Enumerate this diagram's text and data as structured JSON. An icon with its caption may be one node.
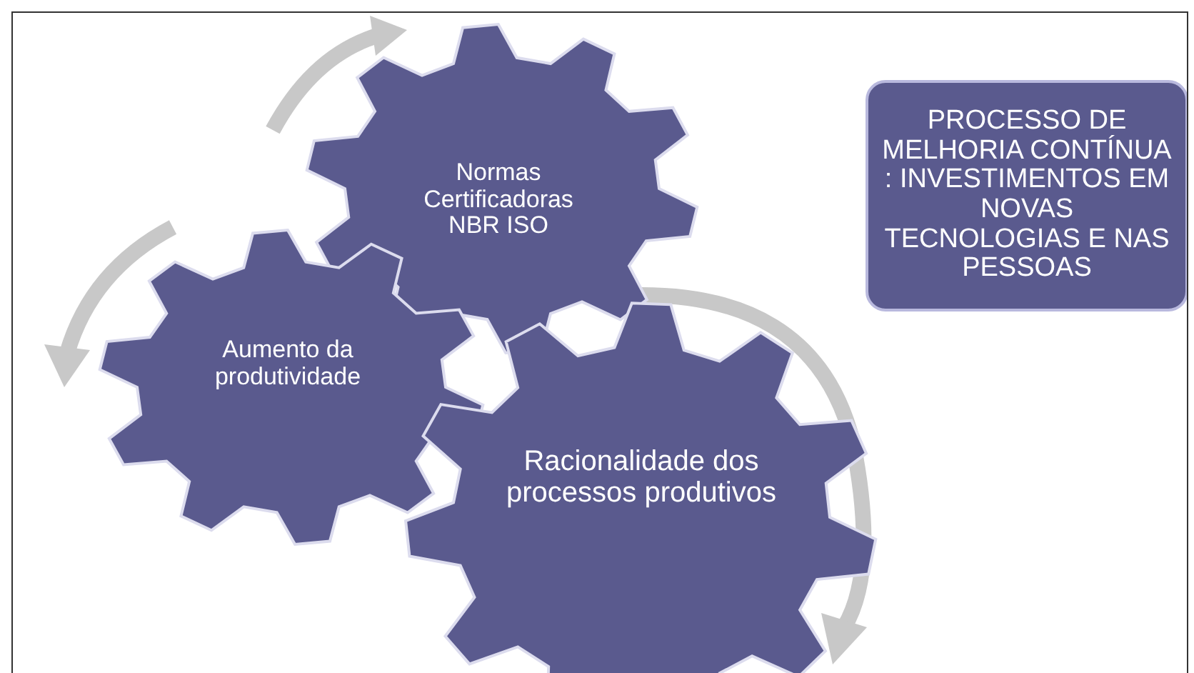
{
  "diagram": {
    "nodes": [
      {
        "text": [
          "Normas Certificadoras NBR ISO"
        ]
      },
      {
        "text": [
          "PROCESSO DE MELHORIA CONTÍNUA : INVESTIMENTOS EM NOVAS TECNOLOGIAS E NAS PESSOAS"
        ]
      },
      {
        "text": [
          "Aumento da produtividade"
        ]
      },
      {
        "text": [
          "Racionalidade dos processos produtivos"
        ]
      }
    ],
    "edges": []
  }
}
